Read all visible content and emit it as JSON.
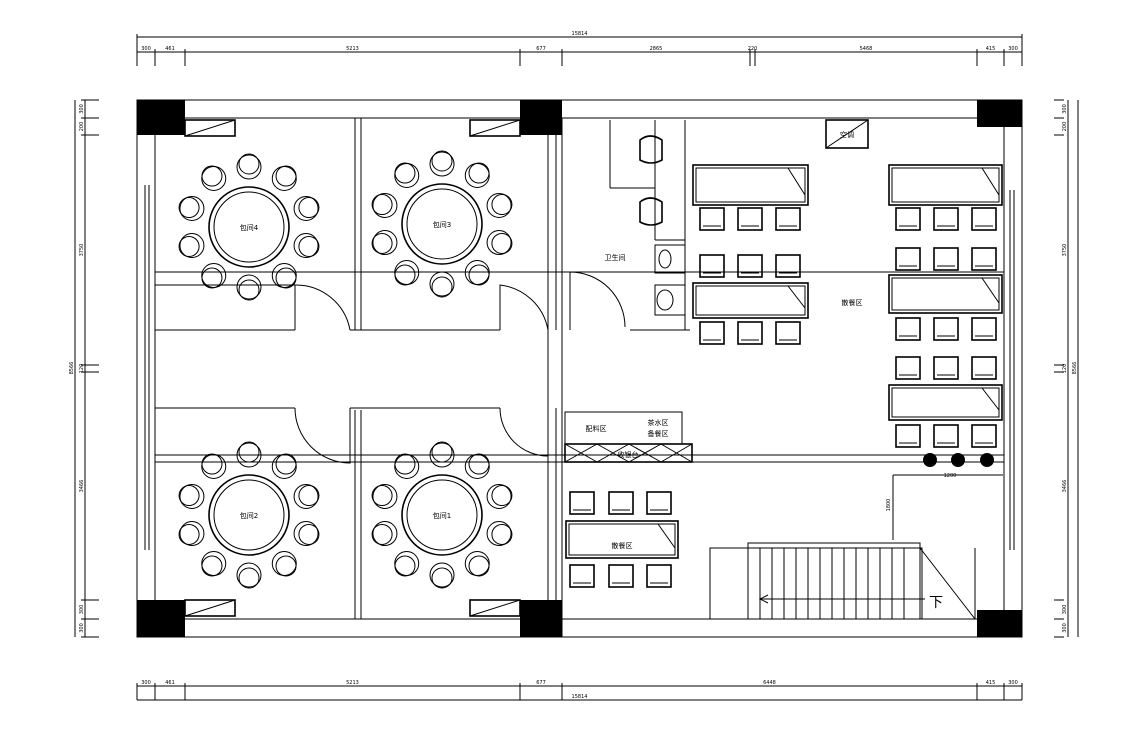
{
  "plan": {
    "dims_top_total": "15814",
    "dims_top": [
      "300",
      "461",
      "5213",
      "677",
      "2865",
      "220",
      "5468",
      "415",
      "300"
    ],
    "dims_bottom_total": "15814",
    "dims_bottom": [
      "300",
      "461",
      "5213",
      "677",
      "6448",
      "415",
      "300"
    ],
    "dims_left_total": "8566",
    "dims_left": [
      "300",
      "200",
      "3750",
      "120",
      "3466",
      "300",
      "300"
    ],
    "dims_right_total": "8566",
    "dims_right": [
      "300",
      "200",
      "3750",
      "120",
      "3466",
      "300",
      "300"
    ],
    "rooms": {
      "private_room_4": "包间4",
      "private_room_3": "包间3",
      "private_room_2": "包间2",
      "private_room_1": "包间1",
      "restroom": "卫生间",
      "dining_area_top": "散餐区",
      "dining_area_bottom": "散餐区",
      "seasoning_area": "配料区",
      "tea_area": "茶水区",
      "serving_area": "备餐区",
      "cashier": "收银台",
      "air_conditioner": "空调"
    },
    "note_dims": {
      "planter_width": "1200",
      "planter_depth": "1800"
    },
    "stair_label": "下"
  }
}
